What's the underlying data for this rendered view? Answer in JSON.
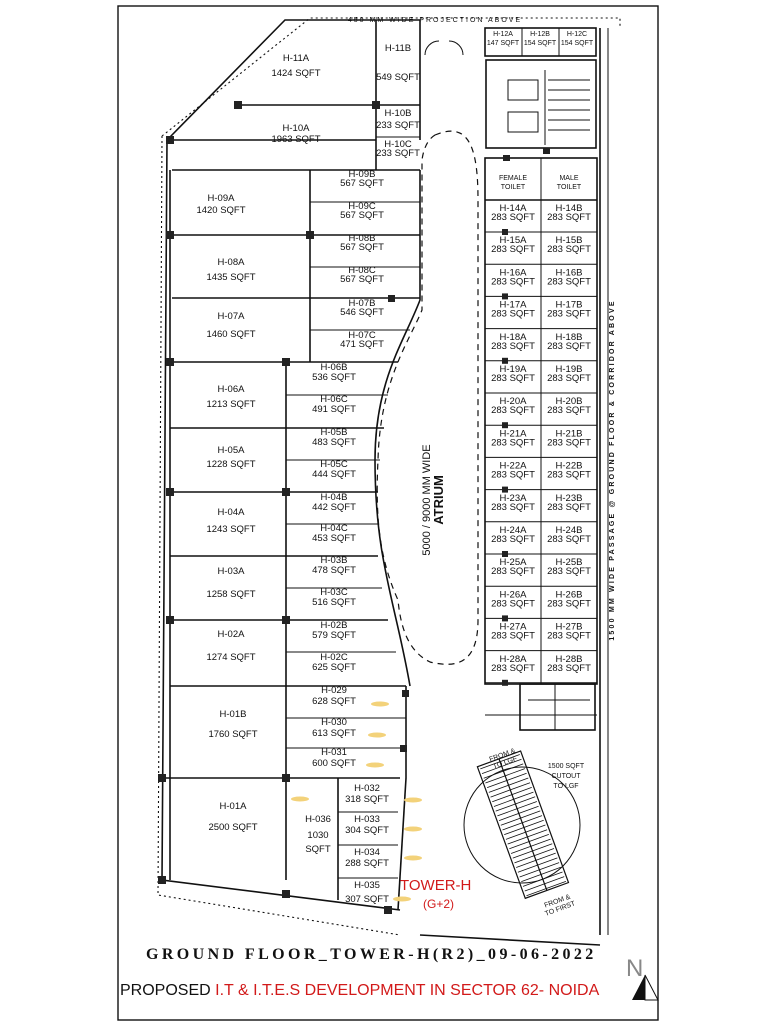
{
  "header_note": "450 MM WIDE PROJECTION ABOVE",
  "side_note": "1500 MM WIDE PASSAGE @ GROUND FLOOR & CORRIDOR ABOVE",
  "atrium": {
    "dims": "5000 / 9000 MM WIDE",
    "name": "ATRIUM"
  },
  "escalator": {
    "top": [
      "FROM &",
      "TO LGF"
    ],
    "bottom": [
      "FROM &",
      "TO FIRST"
    ]
  },
  "cutout": [
    "1500 SQFT",
    "CUTOUT",
    "TO LGF"
  ],
  "toilets": {
    "female": [
      "FEMALE",
      "TOILET"
    ],
    "male": [
      "MALE",
      "TOILET"
    ]
  },
  "tower": {
    "name": "TOWER-H",
    "floors": "(G+2)"
  },
  "title": "GROUND FLOOR_TOWER-H(R2)_09-06-2022",
  "subtitle": {
    "prefix": "PROPOSED",
    "text": "I.T & I.T.E.S DEVELOPMENT IN SECTOR 62- NOIDA"
  },
  "north": "N",
  "units": [
    {
      "id": "H-11A",
      "area": "1424 SQFT"
    },
    {
      "id": "H-11B",
      "area": "549 SQFT"
    },
    {
      "id": "H-10A",
      "area": "1963 SQFT"
    },
    {
      "id": "H-10B",
      "area": "233 SQFT"
    },
    {
      "id": "H-10C",
      "area": "233 SQFT"
    },
    {
      "id": "H-09A",
      "area": "1420 SQFT"
    },
    {
      "id": "H-09B",
      "area": "567 SQFT"
    },
    {
      "id": "H-09C",
      "area": "567 SQFT"
    },
    {
      "id": "H-08A",
      "area": "1435 SQFT"
    },
    {
      "id": "H-08B",
      "area": "567 SQFT"
    },
    {
      "id": "H-08C",
      "area": "567 SQFT"
    },
    {
      "id": "H-07A",
      "area": "1460 SQFT"
    },
    {
      "id": "H-07B",
      "area": "546 SQFT"
    },
    {
      "id": "H-07C",
      "area": "471 SQFT"
    },
    {
      "id": "H-06A",
      "area": "1213 SQFT"
    },
    {
      "id": "H-06B",
      "area": "536 SQFT"
    },
    {
      "id": "H-06C",
      "area": "491 SQFT"
    },
    {
      "id": "H-05A",
      "area": "1228 SQFT"
    },
    {
      "id": "H-05B",
      "area": "483 SQFT"
    },
    {
      "id": "H-05C",
      "area": "444 SQFT"
    },
    {
      "id": "H-04A",
      "area": "1243 SQFT"
    },
    {
      "id": "H-04B",
      "area": "442 SQFT"
    },
    {
      "id": "H-04C",
      "area": "453 SQFT"
    },
    {
      "id": "H-03A",
      "area": "1258 SQFT"
    },
    {
      "id": "H-03B",
      "area": "478 SQFT"
    },
    {
      "id": "H-03C",
      "area": "516 SQFT"
    },
    {
      "id": "H-02A",
      "area": "1274 SQFT"
    },
    {
      "id": "H-02B",
      "area": "579 SQFT"
    },
    {
      "id": "H-02C",
      "area": "625 SQFT"
    },
    {
      "id": "H-01B",
      "area": "1760 SQFT"
    },
    {
      "id": "H-029",
      "area": "628 SQFT"
    },
    {
      "id": "H-030",
      "area": "613 SQFT"
    },
    {
      "id": "H-031",
      "area": "600 SQFT"
    },
    {
      "id": "H-01A",
      "area": "2500 SQFT"
    },
    {
      "id": "H-036",
      "area": "1030 SQFT"
    },
    {
      "id": "H-032",
      "area": "318 SQFT"
    },
    {
      "id": "H-033",
      "area": "304 SQFT"
    },
    {
      "id": "H-034",
      "area": "288 SQFT"
    },
    {
      "id": "H-035",
      "area": "307 SQFT"
    },
    {
      "id": "H-12A",
      "area": "147 SQFT"
    },
    {
      "id": "H-12B",
      "area": "154 SQFT"
    },
    {
      "id": "H-12C",
      "area": "154 SQFT"
    },
    {
      "id": "H-14A",
      "area": "283 SQFT"
    },
    {
      "id": "H-14B",
      "area": "283 SQFT"
    },
    {
      "id": "H-15A",
      "area": "283 SQFT"
    },
    {
      "id": "H-15B",
      "area": "283 SQFT"
    },
    {
      "id": "H-16A",
      "area": "283 SQFT"
    },
    {
      "id": "H-16B",
      "area": "283 SQFT"
    },
    {
      "id": "H-17A",
      "area": "283 SQFT"
    },
    {
      "id": "H-17B",
      "area": "283 SQFT"
    },
    {
      "id": "H-18A",
      "area": "283 SQFT"
    },
    {
      "id": "H-18B",
      "area": "283 SQFT"
    },
    {
      "id": "H-19A",
      "area": "283 SQFT"
    },
    {
      "id": "H-19B",
      "area": "283 SQFT"
    },
    {
      "id": "H-20A",
      "area": "283 SQFT"
    },
    {
      "id": "H-20B",
      "area": "283 SQFT"
    },
    {
      "id": "H-21A",
      "area": "283 SQFT"
    },
    {
      "id": "H-21B",
      "area": "283 SQFT"
    },
    {
      "id": "H-22A",
      "area": "283 SQFT"
    },
    {
      "id": "H-22B",
      "area": "283 SQFT"
    },
    {
      "id": "H-23A",
      "area": "283 SQFT"
    },
    {
      "id": "H-23B",
      "area": "283 SQFT"
    },
    {
      "id": "H-24A",
      "area": "283 SQFT"
    },
    {
      "id": "H-24B",
      "area": "283 SQFT"
    },
    {
      "id": "H-25A",
      "area": "283 SQFT"
    },
    {
      "id": "H-25B",
      "area": "283 SQFT"
    },
    {
      "id": "H-26A",
      "area": "283 SQFT"
    },
    {
      "id": "H-26B",
      "area": "283 SQFT"
    },
    {
      "id": "H-27A",
      "area": "283 SQFT"
    },
    {
      "id": "H-27B",
      "area": "283 SQFT"
    },
    {
      "id": "H-28A",
      "area": "283 SQFT"
    },
    {
      "id": "H-28B",
      "area": "283 SQFT"
    }
  ]
}
